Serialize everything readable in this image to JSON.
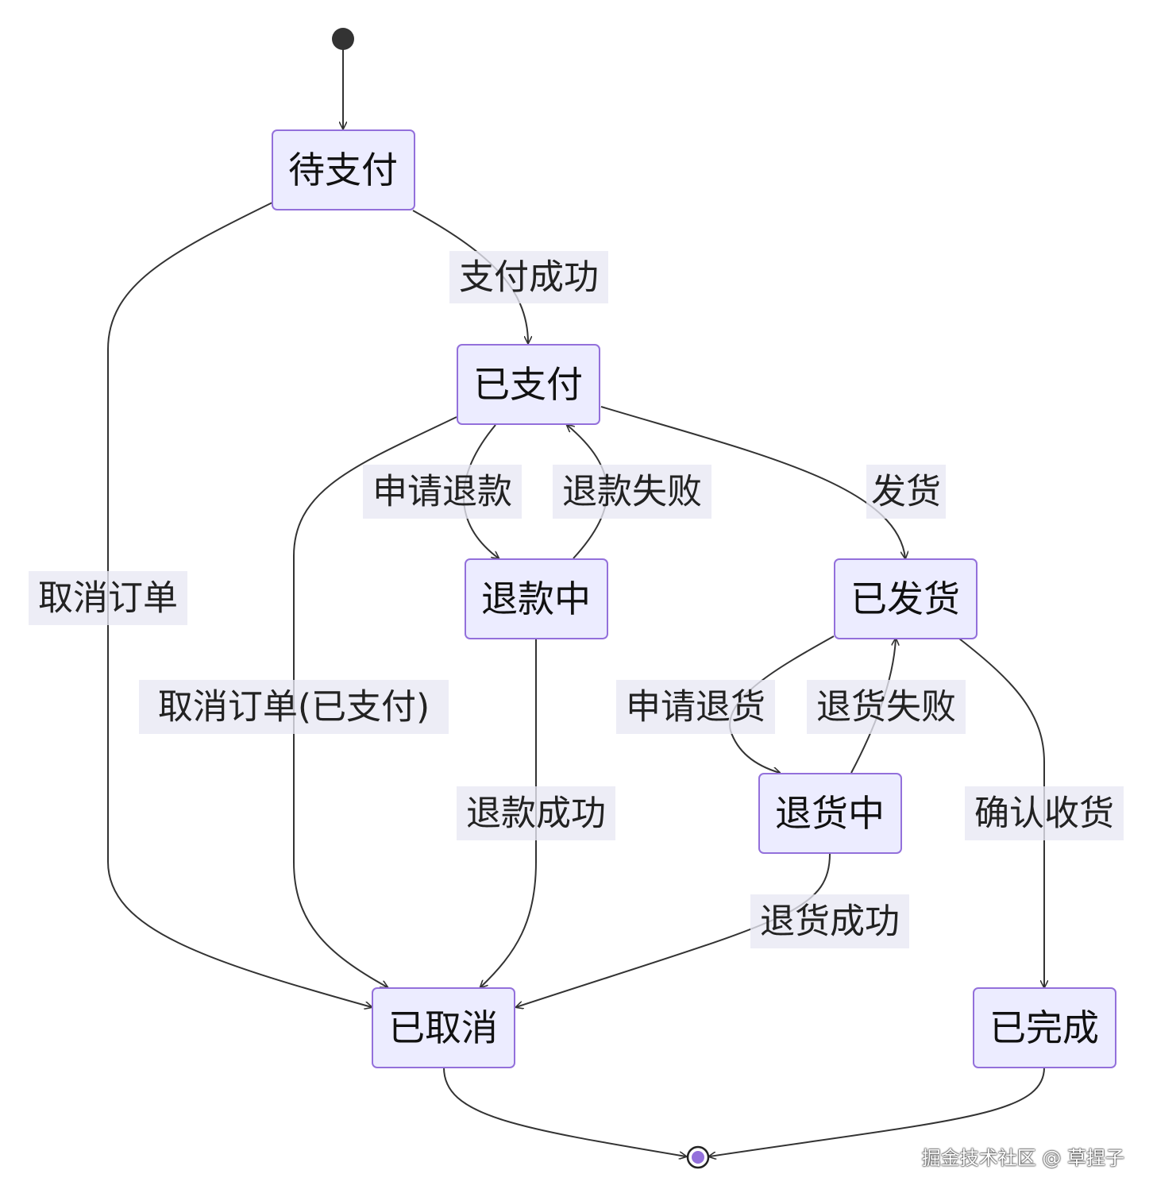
{
  "states": {
    "pending_payment": "待支付",
    "paid": "已支付",
    "refunding": "退款中",
    "shipped": "已发货",
    "returning": "退货中",
    "cancelled": "已取消",
    "completed": "已完成"
  },
  "transitions": {
    "pay_success": "支付成功",
    "cancel_order": "取消订单",
    "request_refund": "申请退款",
    "refund_failed": "退款失败",
    "ship": "发货",
    "cancel_order_paid": "取消订单(已支付)",
    "refund_success": "退款成功",
    "request_return": "申请退货",
    "return_failed": "退货失败",
    "confirm_receipt": "确认收货",
    "return_success": "退货成功"
  },
  "watermark": "掘金技术社区 @ 草捏子",
  "colors": {
    "node_fill": "#ECECFF",
    "node_border": "#9370DB",
    "edge": "#333333",
    "start_marker": "#333333",
    "end_marker_inner": "#9370DB"
  }
}
